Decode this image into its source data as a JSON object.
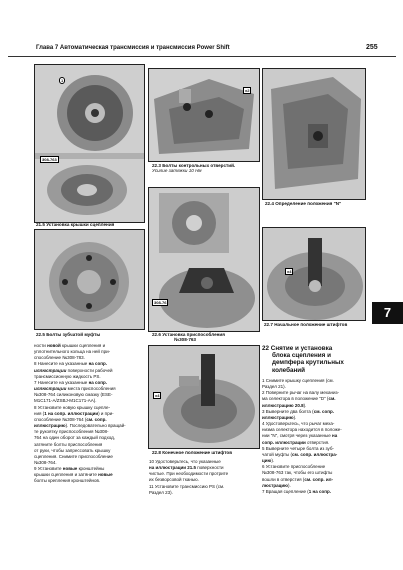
{
  "header": {
    "title": "Глава 7 Автоматическая трансмиссия и трансмиссия Power Shift",
    "page_number": "255"
  },
  "chapter_tab": "7",
  "figures": [
    {
      "id": "21.5",
      "caption": "21.5 Установка крышки сцепления"
    },
    {
      "id": "22.3",
      "caption": "22.3 Болты контрольных отверстий.",
      "subcaption": "Усилие затяжки 10 Нм"
    },
    {
      "id": "22.4",
      "caption": "22.4 Определение положения \"N\""
    },
    {
      "id": "22.5",
      "caption": "22.5 Болты зубчатой муфты"
    },
    {
      "id": "22.6",
      "caption": "22.6 Установка приспособления",
      "caption2": "№308-763"
    },
    {
      "id": "22.7",
      "caption": "22.7 Начальное положение штифтов"
    },
    {
      "id": "22.8",
      "caption": "22.8 Конечное положение штифтов"
    }
  ],
  "photo_labels": {
    "tool_1": "308-763",
    "tool_2": "308-76",
    "tool_3": "308-76",
    "count_x2": "x2",
    "count_x4": "x4",
    "arrow_label": "1"
  },
  "col1": [
    "ности <b>новой</b> крышки сцепления и",
    "уплотнительного кольца на ней при-",
    "способление №308-783.",
    "8  Нанесите на указанные <b>на сопр.</b>",
    "<b><i>иллюстрации</i></b> поверхности рабочей",
    "трансмиссионную жидкость PS.",
    "7  Нанесите на указанные <b>на сопр.</b>",
    "<b><i>иллюстрации</i></b> места приспособления",
    "№308-764 силиконовую смазку (ESE-",
    "M1C171-A/ZSBJ-M1C171-AA).",
    "8  Установите новую крышку сцепле-",
    "ния (<b>1 на сопр. иллюстрации</b>) и при-",
    "способление №308-764 (<b>см. сопр.</b>",
    "<b>иллюстрацию</b>). Последовательно вращай-",
    "те рукоятку приспособления №308-",
    "764 на один оборот за каждый подход,",
    "затяните болты приспособления",
    "от руки, чтобы запрессовать крышку",
    "сцепления. Снимите приспособление",
    "№308-764.",
    "9  Установите <b>новые</b> кронштейны",
    "крышки сцепления и затяните <b>новые</b>",
    "болты крепления кронштейнов."
  ],
  "col2": [
    "10 Удостоверьтесь, что указанные",
    "<b>на иллюстрации 21.5</b> поверхности",
    "чистые. При необходимости протрите",
    "их безворсовой тканью.",
    "11 Установите трансмиссию PS (см.",
    "Раздел 23)."
  ],
  "section": {
    "number": "22",
    "title_lines": [
      "Снятие и установка",
      "блока сцепления и",
      "демпфера крутильных",
      "колебаний"
    ]
  },
  "col3": [
    "1  Снимите крышку сцепления (см.",
    "Раздел 21).",
    "2  Поверните рычаг на валу механиз-",
    "ма селектора в положение \"D\" (<b>см.</b>",
    "<b>иллюстрацию 20.8</b>).",
    "3  Выверните два болта (<b>см. сопр.</b>",
    "<b>иллюстрацию</b>).",
    "4  Удостоверьтесь, что рычаг меха-",
    "низма селектора находится в положе-",
    "нии \"N\", смотря через указанные <b>на</b>",
    "<b>сопр. иллюстрации</b> отверстия.",
    "5  Выверните четыре болта из зуб-",
    "чатой муфты (<b>см. сопр. иллюстра-</b>",
    "<b>цию</b>).",
    "6  Установите приспособление",
    "№308-763 так, чтобы его штифты",
    "вошли в отверстия (<b>см. сопр. ил-</b>",
    "<b>люстрацию</b>).",
    "7  Вращая сцепление (<b>1 на сопр.</b>"
  ],
  "colors": {
    "text": "#111111",
    "tab_bg": "#111111",
    "photo_bg": "#d9d9d9"
  }
}
